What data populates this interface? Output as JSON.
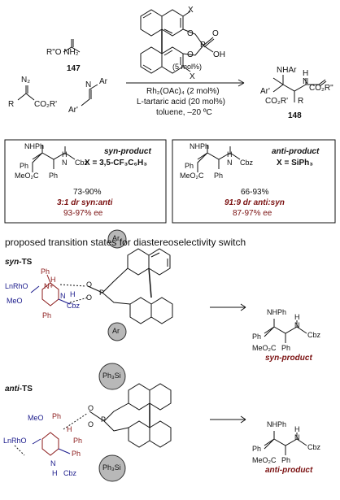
{
  "scheme": {
    "reagent_147": {
      "formula": "R\"O  NH₂",
      "label": "147"
    },
    "diazo": {
      "n2": "N₂",
      "r": "R",
      "ester": "CO₂R'"
    },
    "imine": {
      "ar": "Ar",
      "arprime": "Ar'",
      "n": "N"
    },
    "catalyst": {
      "x_top": "X",
      "x_bottom": "X",
      "o": "O",
      "p": "P",
      "oh": "OH",
      "loading": "(5 mol%)"
    },
    "conditions": {
      "line1": "Rh₂(OAc)₄ (2 mol%)",
      "line2": "L-tartaric acid (20 mol%)",
      "line3": "toluene, –20 ºC"
    },
    "product": {
      "nhar": "NHAr",
      "h": "H",
      "n": "N",
      "co2r2": "CO₂R\"",
      "ar": "Ar'",
      "r": "R",
      "co2r": "CO₂R'",
      "label": "148"
    }
  },
  "boxes": [
    {
      "title": "syn-product",
      "xline": "X = 3,5-CF₃C₆H₃",
      "yield": "73-90%",
      "dr": "3:1 dr syn:anti",
      "ee": "93-97% ee",
      "struct": {
        "nhph": "NHPh",
        "h": "H",
        "n": "N",
        "cbz": "Cbz",
        "ph1": "Ph",
        "ph2": "Ph",
        "ester": "MeO₂C"
      }
    },
    {
      "title": "anti-product",
      "xline": "X = SiPh₃",
      "yield": "66-93%",
      "dr": "91:9 dr anti:syn",
      "ee": "87-97% ee",
      "struct": {
        "nhph": "NHPh",
        "h": "H",
        "n": "N",
        "cbz": "Cbz",
        "ph1": "Ph",
        "ph2": "Ph",
        "ester": "MeO₂C"
      }
    }
  ],
  "section_title": "proposed transition states for diastereoselectivity switch",
  "ts": [
    {
      "label_em": "syn",
      "label_rest": "-TS",
      "substituent": "Ar",
      "substituent2": "Ar",
      "atoms": {
        "ph_top": "Ph",
        "h1": "H",
        "rh": "LnRhO",
        "n_plus": "N+",
        "h2": "H",
        "n2": "N",
        "cbz": "Cbz",
        "meo": "MeO",
        "ph_bottom": "Ph",
        "o1": "O",
        "p": "P",
        "o2": "O"
      },
      "product_title": "syn-product"
    },
    {
      "label_em": "anti",
      "label_rest": "-TS",
      "substituent": "Ph₃Si",
      "substituent2": "Ph₃Si",
      "atoms": {
        "meo": "MeO",
        "ph_top": "Ph",
        "h1": "H",
        "rh": "LnRhO",
        "ph2": "Ph",
        "n_plus": "N",
        "h2": "H",
        "cbz": "Cbz",
        "ph_mid": "Ph",
        "o1": "O",
        "p": "P",
        "o2": "O"
      },
      "product_title": "anti-product"
    }
  ],
  "colors": {
    "ts_red": "#8b1a1a",
    "ts_blue": "#1a1a8b",
    "circle_gray": "#b8b8b8"
  }
}
